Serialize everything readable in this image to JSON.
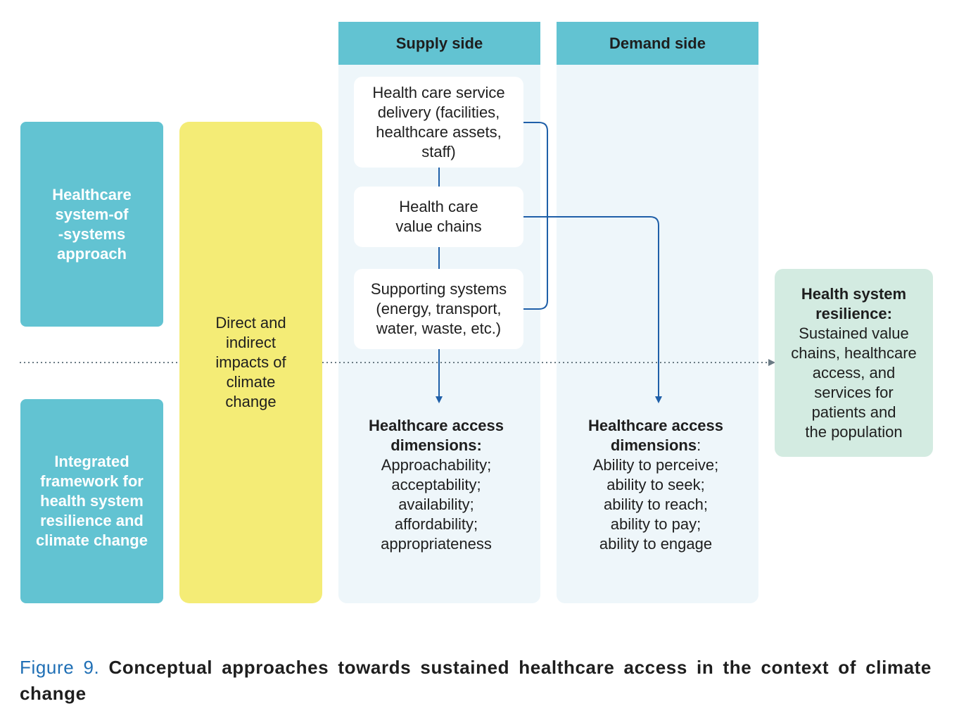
{
  "colors": {
    "teal": "#62c3d2",
    "yellow": "#f4ec76",
    "column_bg": "#eef6fa",
    "mint": "#d3ebe1",
    "arrow_blue": "#1f5fa8",
    "figure_label_blue": "#1f6fb5"
  },
  "left_boxes": {
    "top": "Healthcare\nsystem-of\n-systems\napproach",
    "bottom": "Integrated\nframework for\nhealth system\nresilience and\nclimate change"
  },
  "impacts_box": "Direct and\nindirect\nimpacts of\nclimate\nchange",
  "supply": {
    "header": "Supply side",
    "cards": [
      "Health care service\ndelivery (facilities,\nhealthcare assets,\nstaff)",
      "Health care\nvalue chains",
      "Supporting systems\n(energy, transport,\nwater, waste, etc.)"
    ],
    "dimensions_title": "Healthcare access\ndimensions:",
    "dimensions_list": "Approachability;\nacceptability;\navailability;\naffordability;\nappropriateness"
  },
  "demand": {
    "header": "Demand side",
    "dimensions_title": "Healthcare access\ndimensions",
    "dimensions_colon": ":",
    "dimensions_list": "Ability to perceive;\nability to seek;\nability to reach;\nability to pay;\nability to engage"
  },
  "resilience": {
    "title": "Health system\nresilience:",
    "body": "Sustained value\nchains, healthcare\naccess, and\nservices for\npatients and\nthe population"
  },
  "caption": {
    "label": "Figure 9.",
    "text": "Conceptual approaches towards sustained healthcare access in the context of climate change"
  }
}
